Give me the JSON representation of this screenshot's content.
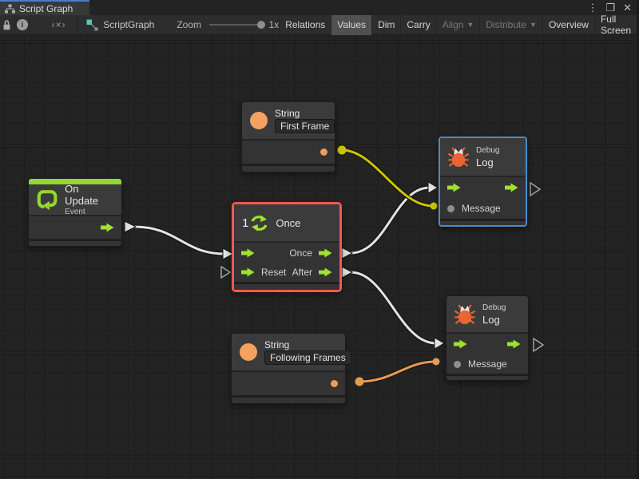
{
  "window": {
    "tab": {
      "title": "Script Graph"
    },
    "controls": {
      "menu_glyph": "⋮",
      "maximize_glyph": "❐",
      "close_glyph": "✕"
    }
  },
  "toolbar": {
    "code_button": "‹×›",
    "info_glyph": "i",
    "graph_name": "ScriptGraph",
    "zoom_label": "Zoom",
    "zoom_value": "1x",
    "dropdown_glyph": "▼",
    "buttons": [
      {
        "label": "Relations",
        "state": "normal"
      },
      {
        "label": "Values",
        "state": "active"
      },
      {
        "label": "Dim",
        "state": "normal"
      },
      {
        "label": "Carry",
        "state": "normal"
      },
      {
        "label": "Align",
        "state": "disabled",
        "dropdown": true
      },
      {
        "label": "Distribute",
        "state": "disabled",
        "dropdown": true
      },
      {
        "label": "Overview",
        "state": "normal"
      },
      {
        "label": "Full Screen",
        "state": "normal"
      }
    ]
  },
  "graph": {
    "nodes": {
      "string_first": {
        "title": "String",
        "value": "First Frame"
      },
      "on_update": {
        "title": "On Update",
        "subtitle": "Event"
      },
      "once": {
        "title": "Once",
        "icon_number": "1",
        "out_once_label": "Once",
        "reset_label": "Reset",
        "after_label": "After"
      },
      "debug_top": {
        "kind": "Debug",
        "title": "Log",
        "message_label": "Message"
      },
      "string_following": {
        "title": "String",
        "value": "Following Frames"
      },
      "debug_bottom": {
        "kind": "Debug",
        "title": "Log",
        "message_label": "Message"
      }
    },
    "colors": {
      "flow_green": "#9FE12D",
      "value_orange": "#F5A15F",
      "connection_yellow": "#CDC400",
      "connection_orange": "#E79B52",
      "connection_white": "#E3E3E3",
      "selection_blue": "#4A8CC7",
      "selection_red": "#ED5B4C",
      "bug_red": "#EC6434",
      "event_green": "#8FD930"
    }
  }
}
